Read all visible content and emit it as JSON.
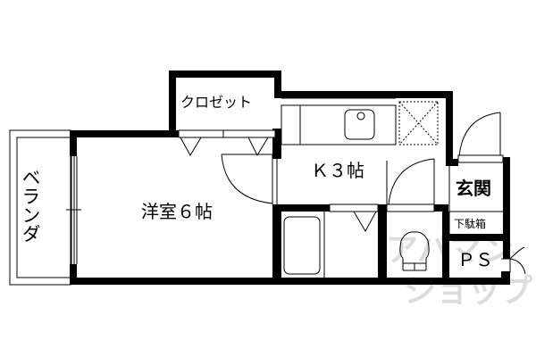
{
  "floor_plan": {
    "rooms": [
      {
        "id": "veranda",
        "label": "ベランダ"
      },
      {
        "id": "western_room",
        "label": "洋室６帖"
      },
      {
        "id": "closet",
        "label": "クロゼット"
      },
      {
        "id": "kitchen",
        "label": "Ｋ３帖"
      },
      {
        "id": "entrance",
        "label": "玄関"
      },
      {
        "id": "shoe_box",
        "label": "下駄箱"
      },
      {
        "id": "pipe_space",
        "label": "ＰＳ"
      }
    ],
    "fixtures": [
      {
        "id": "sink",
        "type": "kitchen-sink"
      },
      {
        "id": "stove-space",
        "type": "appliance-space"
      },
      {
        "id": "bathtub",
        "type": "bathtub"
      },
      {
        "id": "toilet",
        "type": "toilet"
      }
    ],
    "watermark": {
      "line1": "アパマン",
      "line2": "ショップ"
    }
  }
}
